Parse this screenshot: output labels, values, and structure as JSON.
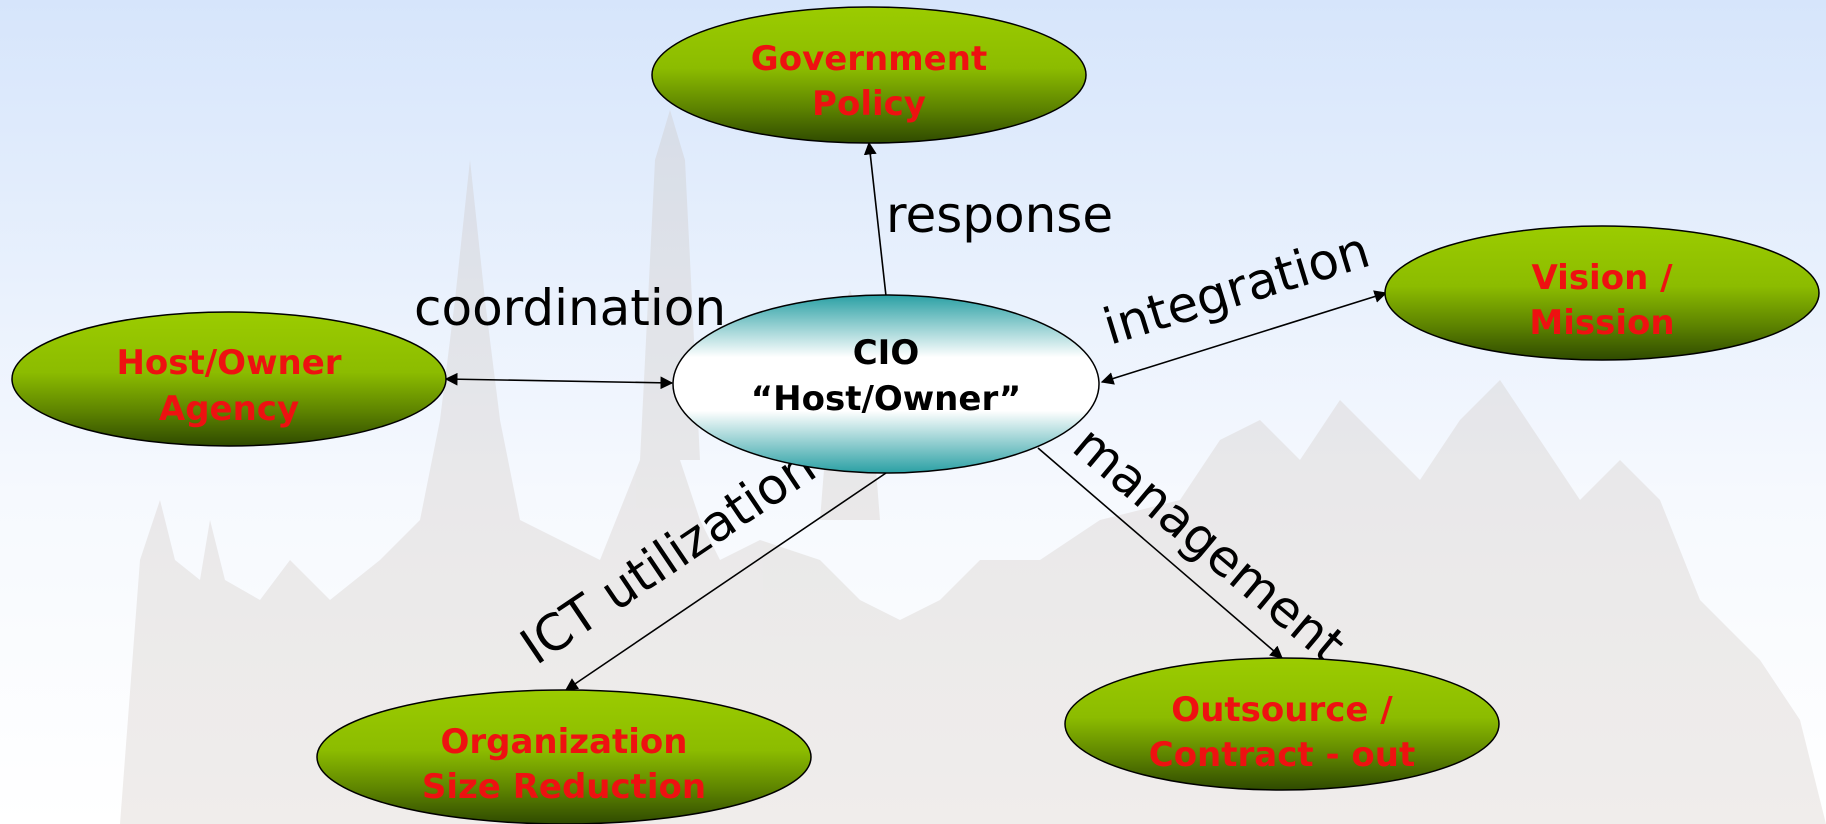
{
  "center": {
    "lines": [
      "CIO",
      "“Host/Owner”"
    ]
  },
  "nodes": [
    {
      "id": "government-policy",
      "lines": [
        "Government",
        "Policy"
      ]
    },
    {
      "id": "vision-mission",
      "lines": [
        "Vision /",
        "Mission"
      ]
    },
    {
      "id": "host-owner-agency",
      "lines": [
        "Host/Owner",
        "Agency"
      ]
    },
    {
      "id": "organization-size-reduction",
      "lines": [
        "Organization",
        "Size Reduction"
      ]
    },
    {
      "id": "outsource-contract-out",
      "lines": [
        "Outsource /",
        "Contract - out"
      ]
    }
  ],
  "edges": [
    {
      "label": "response",
      "to": "government-policy"
    },
    {
      "label": "integration",
      "to": "vision-mission"
    },
    {
      "label": "coordination",
      "to": "host-owner-agency"
    },
    {
      "label": "ICT utilization",
      "to": "organization-size-reduction"
    },
    {
      "label": "management",
      "to": "outsource-contract-out"
    }
  ],
  "colors": {
    "node_text": "#ee1111",
    "node_fill_top": "#9bcc00",
    "node_fill_bottom": "#2f4a00",
    "center_fill": "#2aa0a4"
  }
}
